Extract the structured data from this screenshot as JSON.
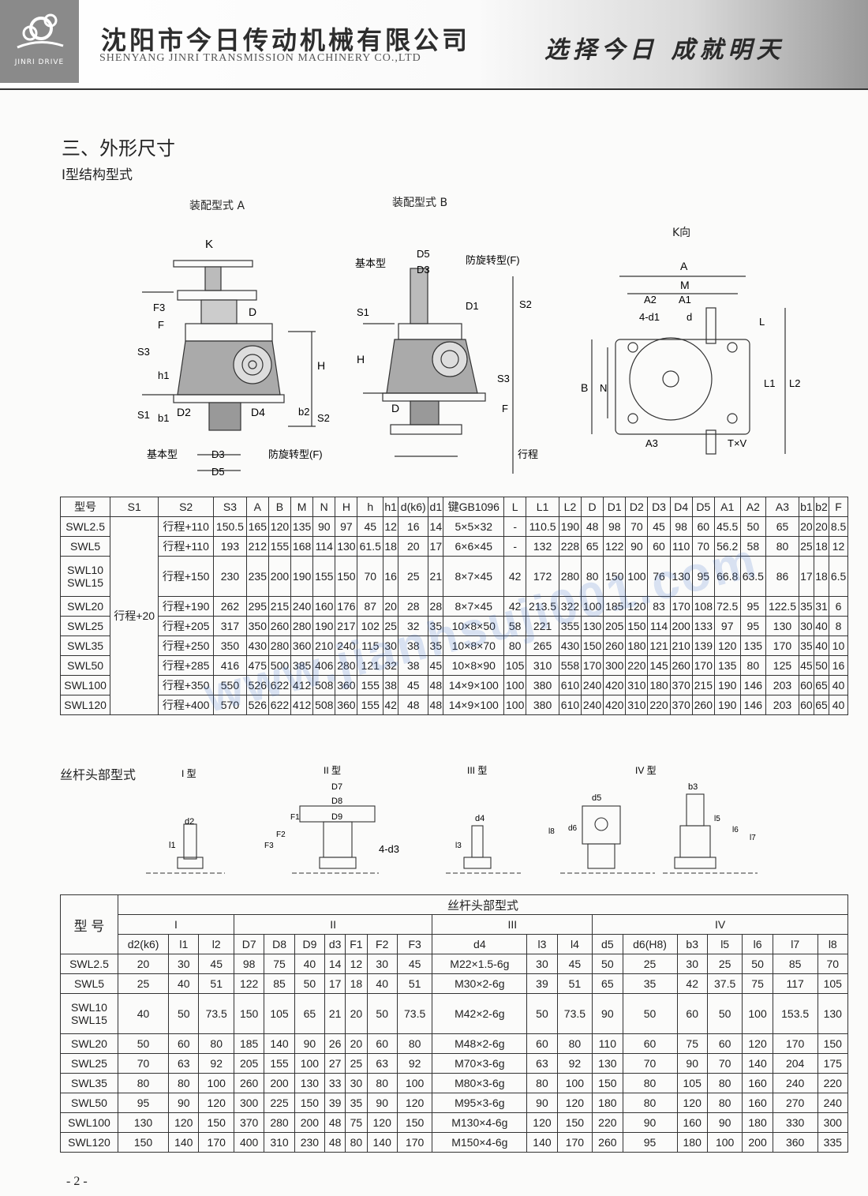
{
  "header": {
    "logo_text": "JINRI DRIVE",
    "company_cn": "沈阳市今日传动机械有限公司",
    "company_en": "SHENYANG JINRI TRANSMISSION MACHINERY CO.,LTD",
    "slogan": "选择今日 成就明天"
  },
  "section": {
    "title": "三、外形尺寸",
    "subtitle": "I型结构型式"
  },
  "diagrams": {
    "caption_a": "装配型式 A",
    "caption_b": "装配型式 B",
    "caption_k": "K向",
    "labels": {
      "K": "K",
      "stroke": "行程",
      "F3": "F3",
      "F": "F",
      "S3": "S3",
      "h1": "h1",
      "S1": "S1",
      "b1": "b1",
      "D": "D",
      "D2": "D2",
      "D4": "D4",
      "b2": "b2",
      "H": "H",
      "S2": "S2",
      "basic": "基本型",
      "D3": "D3",
      "D5": "D5",
      "anti": "防旋转型(F)",
      "D1": "D1",
      "A": "A",
      "M": "M",
      "A2": "A2",
      "A1": "A1",
      "hole": "4-d1",
      "d": "d",
      "L": "L",
      "B": "B",
      "N": "N",
      "L1": "L1",
      "L2": "L2",
      "A3": "A3",
      "TV": "T×V"
    }
  },
  "table1": {
    "headers": [
      "型号",
      "S1",
      "S2",
      "S3",
      "A",
      "B",
      "M",
      "N",
      "H",
      "h",
      "h1",
      "d(k6)",
      "d1",
      "键GB1096",
      "L",
      "L1",
      "L2",
      "D",
      "D1",
      "D2",
      "D3",
      "D4",
      "D5",
      "A1",
      "A2",
      "A3",
      "b1",
      "b2",
      "F"
    ],
    "s1_merged": "行程+20",
    "rows": [
      {
        "model": "SWL2.5",
        "cells": [
          "行程+110",
          "150.5",
          "165",
          "120",
          "135",
          "90",
          "97",
          "45",
          "12",
          "16",
          "14",
          "5×5×32",
          "-",
          "110.5",
          "190",
          "48",
          "98",
          "70",
          "45",
          "98",
          "60",
          "45.5",
          "50",
          "65",
          "20",
          "20",
          "8.5"
        ]
      },
      {
        "model": "SWL5",
        "cells": [
          "行程+110",
          "193",
          "212",
          "155",
          "168",
          "114",
          "130",
          "61.5",
          "18",
          "20",
          "17",
          "6×6×45",
          "-",
          "132",
          "228",
          "65",
          "122",
          "90",
          "60",
          "110",
          "70",
          "56.2",
          "58",
          "80",
          "25",
          "18",
          "12"
        ]
      },
      {
        "model": "SWL10",
        "model2": "SWL15",
        "cells": [
          "行程+150",
          "230",
          "235",
          "200",
          "190",
          "155",
          "150",
          "70",
          "16",
          "25",
          "21",
          "8×7×45",
          "42",
          "172",
          "280",
          "80",
          "150",
          "100",
          "76",
          "130",
          "95",
          "66.8",
          "63.5",
          "86",
          "17",
          "18",
          "6.5"
        ]
      },
      {
        "model": "SWL20",
        "cells": [
          "行程+190",
          "262",
          "295",
          "215",
          "240",
          "160",
          "176",
          "87",
          "20",
          "28",
          "28",
          "8×7×45",
          "42",
          "213.5",
          "322",
          "100",
          "185",
          "120",
          "83",
          "170",
          "108",
          "72.5",
          "95",
          "122.5",
          "35",
          "31",
          "6"
        ]
      },
      {
        "model": "SWL25",
        "cells": [
          "行程+205",
          "317",
          "350",
          "260",
          "280",
          "190",
          "217",
          "102",
          "25",
          "32",
          "35",
          "10×8×50",
          "58",
          "221",
          "355",
          "130",
          "205",
          "150",
          "114",
          "200",
          "133",
          "97",
          "95",
          "130",
          "30",
          "40",
          "8"
        ]
      },
      {
        "model": "SWL35",
        "cells": [
          "行程+250",
          "350",
          "430",
          "280",
          "360",
          "210",
          "240",
          "115",
          "30",
          "38",
          "35",
          "10×8×70",
          "80",
          "265",
          "430",
          "150",
          "260",
          "180",
          "121",
          "210",
          "139",
          "120",
          "135",
          "170",
          "35",
          "40",
          "10"
        ]
      },
      {
        "model": "SWL50",
        "cells": [
          "行程+285",
          "416",
          "475",
          "500",
          "385",
          "406",
          "280",
          "121",
          "32",
          "38",
          "45",
          "10×8×90",
          "105",
          "310",
          "558",
          "170",
          "300",
          "220",
          "145",
          "260",
          "170",
          "135",
          "80",
          "125",
          "45",
          "50",
          "16"
        ]
      },
      {
        "model": "SWL100",
        "cells": [
          "行程+350",
          "550",
          "526",
          "622",
          "412",
          "508",
          "360",
          "155",
          "38",
          "45",
          "48",
          "14×9×100",
          "100",
          "380",
          "610",
          "240",
          "420",
          "310",
          "180",
          "370",
          "215",
          "190",
          "146",
          "203",
          "60",
          "65",
          "40"
        ]
      },
      {
        "model": "SWL120",
        "cells": [
          "行程+400",
          "570",
          "526",
          "622",
          "412",
          "508",
          "360",
          "155",
          "42",
          "48",
          "48",
          "14×9×100",
          "100",
          "380",
          "610",
          "240",
          "420",
          "310",
          "220",
          "370",
          "260",
          "190",
          "146",
          "203",
          "60",
          "65",
          "40"
        ]
      }
    ]
  },
  "heads": {
    "title": "丝杆头部型式",
    "types": [
      "I 型",
      "II 型",
      "III 型",
      "IV 型"
    ],
    "labels": {
      "d2": "d2",
      "l1": "l1",
      "D7": "D7",
      "D8": "D8",
      "D9": "D9",
      "F1": "F1",
      "F2": "F2",
      "F3": "F3",
      "d3": "4-d3",
      "d4": "d4",
      "l3": "l3",
      "d5": "d5",
      "d6": "d6",
      "l8": "l8",
      "b3": "b3",
      "l5": "l5",
      "l6": "l6",
      "l7": "l7"
    }
  },
  "table2": {
    "model_header": "型 号",
    "group_header": "丝杆头部型式",
    "type_headers": [
      "I",
      "II",
      "III",
      "IV"
    ],
    "sub_headers": [
      "d2(k6)",
      "l1",
      "l2",
      "D7",
      "D8",
      "D9",
      "d3",
      "F1",
      "F2",
      "F3",
      "d4",
      "l3",
      "l4",
      "d5",
      "d6(H8)",
      "b3",
      "l5",
      "l6",
      "l7",
      "l8"
    ],
    "rows": [
      {
        "model": "SWL2.5",
        "cells": [
          "20",
          "30",
          "45",
          "98",
          "75",
          "40",
          "14",
          "12",
          "30",
          "45",
          "M22×1.5-6g",
          "30",
          "45",
          "50",
          "25",
          "30",
          "25",
          "50",
          "85",
          "70"
        ]
      },
      {
        "model": "SWL5",
        "cells": [
          "25",
          "40",
          "51",
          "122",
          "85",
          "50",
          "17",
          "18",
          "40",
          "51",
          "M30×2-6g",
          "39",
          "51",
          "65",
          "35",
          "42",
          "37.5",
          "75",
          "117",
          "105"
        ]
      },
      {
        "model": "SWL10",
        "model2": "SWL15",
        "cells": [
          "40",
          "50",
          "73.5",
          "150",
          "105",
          "65",
          "21",
          "20",
          "50",
          "73.5",
          "M42×2-6g",
          "50",
          "73.5",
          "90",
          "50",
          "60",
          "50",
          "100",
          "153.5",
          "130"
        ]
      },
      {
        "model": "SWL20",
        "cells": [
          "50",
          "60",
          "80",
          "185",
          "140",
          "90",
          "26",
          "20",
          "60",
          "80",
          "M48×2-6g",
          "60",
          "80",
          "110",
          "60",
          "75",
          "60",
          "120",
          "170",
          "150"
        ]
      },
      {
        "model": "SWL25",
        "cells": [
          "70",
          "63",
          "92",
          "205",
          "155",
          "100",
          "27",
          "25",
          "63",
          "92",
          "M70×3-6g",
          "63",
          "92",
          "130",
          "70",
          "90",
          "70",
          "140",
          "204",
          "175"
        ]
      },
      {
        "model": "SWL35",
        "cells": [
          "80",
          "80",
          "100",
          "260",
          "200",
          "130",
          "33",
          "30",
          "80",
          "100",
          "M80×3-6g",
          "80",
          "100",
          "150",
          "80",
          "105",
          "80",
          "160",
          "240",
          "220"
        ]
      },
      {
        "model": "SWL50",
        "cells": [
          "95",
          "90",
          "120",
          "300",
          "225",
          "150",
          "39",
          "35",
          "90",
          "120",
          "M95×3-6g",
          "90",
          "120",
          "180",
          "80",
          "120",
          "80",
          "160",
          "270",
          "240"
        ]
      },
      {
        "model": "SWL100",
        "cells": [
          "130",
          "120",
          "150",
          "370",
          "280",
          "200",
          "48",
          "75",
          "120",
          "150",
          "M130×4-6g",
          "120",
          "150",
          "220",
          "90",
          "160",
          "90",
          "180",
          "330",
          "300"
        ]
      },
      {
        "model": "SWL120",
        "cells": [
          "150",
          "140",
          "170",
          "400",
          "310",
          "230",
          "48",
          "80",
          "140",
          "170",
          "M150×4-6g",
          "140",
          "170",
          "260",
          "95",
          "180",
          "100",
          "200",
          "360",
          "335"
        ]
      }
    ]
  },
  "watermark": "www.jianhsuji001.com",
  "page_number": "- 2 -"
}
